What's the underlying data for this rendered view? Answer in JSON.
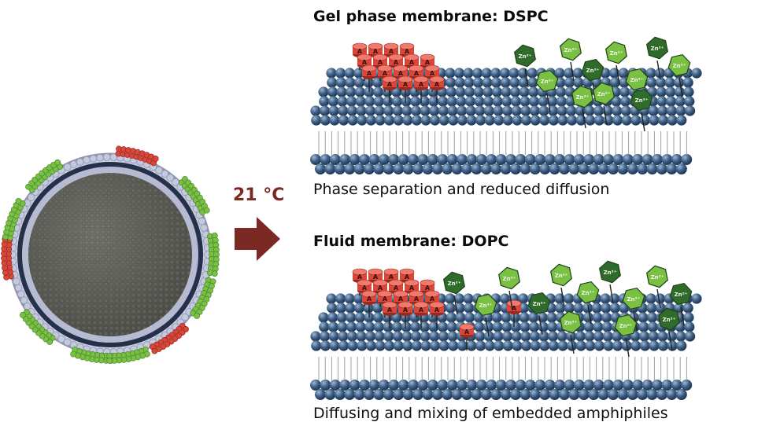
{
  "transition": {
    "temperature_label": "21 °C",
    "arrow_color": "#7a2a22"
  },
  "panels": [
    {
      "heading": "Gel phase membrane: DSPC",
      "caption": "Phase separation and reduced diffusion"
    },
    {
      "heading": "Fluid membrane: DOPC",
      "caption": "Diffusing and mixing of embedded amphiphiles"
    }
  ],
  "molecule_labels": {
    "red": "A",
    "green": "Zn²⁺"
  },
  "colors": {
    "membrane_bead": "#3d5f84",
    "membrane_bead_dark": "#1d3552",
    "red_amphiphile": "#d9473b",
    "green_amphiphile": "#79c043",
    "green_dark": "#2f6b2a",
    "vesicle_core": "#5f5f58",
    "vesicle_bilayer": "#b9bfd6"
  }
}
